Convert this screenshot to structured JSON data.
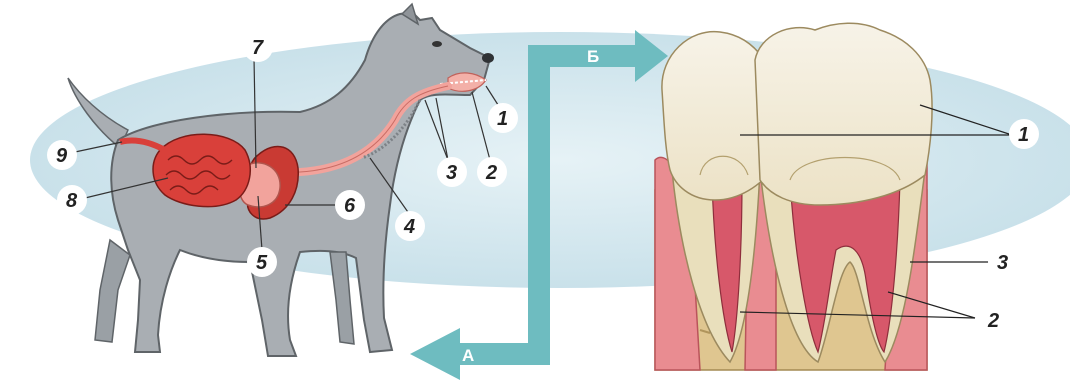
{
  "colors": {
    "background_oval": "#d6eaf0",
    "arrow": "#6ebcc0",
    "dog_body": "#a9aeb3",
    "digestive_organ": "#d9403a",
    "esophagus": "#f2a39c",
    "tooth_enamel": "#f6f1e4",
    "tooth_root": "#e9dfbc",
    "gum": "#e98c91",
    "bone": "#dfc690",
    "pulp": "#d7586a"
  },
  "arrows": {
    "to_dog_label": "А",
    "to_tooth_label": "Б"
  },
  "dog_labels": [
    {
      "id": "1",
      "text": "1"
    },
    {
      "id": "2",
      "text": "2"
    },
    {
      "id": "3",
      "text": "3"
    },
    {
      "id": "4",
      "text": "4"
    },
    {
      "id": "5",
      "text": "5"
    },
    {
      "id": "6",
      "text": "6"
    },
    {
      "id": "7",
      "text": "7"
    },
    {
      "id": "8",
      "text": "8"
    },
    {
      "id": "9",
      "text": "9"
    }
  ],
  "tooth_labels": [
    {
      "id": "1",
      "text": "1"
    },
    {
      "id": "2",
      "text": "2"
    },
    {
      "id": "3",
      "text": "3"
    }
  ]
}
